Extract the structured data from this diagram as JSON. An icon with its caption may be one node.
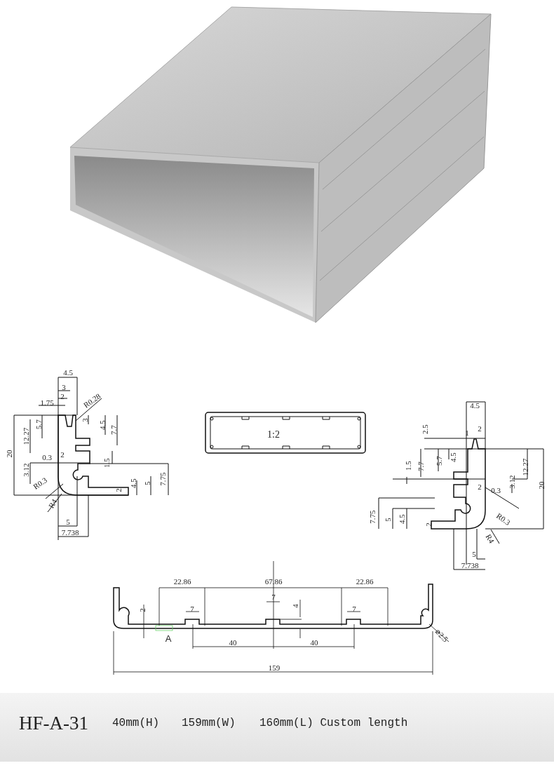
{
  "diagram": {
    "title": "HF-A-31",
    "labels": [
      "4.5",
      "3",
      "2",
      "1.75",
      "R0.28",
      "5.7",
      "12.27",
      "3",
      "4.5",
      "7.7",
      "20",
      "0.3",
      "2",
      "1.5",
      "3.12",
      "R0.3",
      "2",
      "4.5",
      "5",
      "7.75",
      "R4",
      "5",
      "7.738",
      "1:2",
      "4.5",
      "2.5",
      "1",
      "2",
      "5.7",
      "4.5",
      "1.5",
      "7.7",
      "12.27",
      "3.12",
      "2",
      "0.3",
      "20",
      "7.75",
      "5",
      "4.5",
      "2",
      "R0.3",
      "R4",
      "5",
      "7.738",
      "22.86",
      "67.86",
      "22.86",
      "7",
      "2",
      "7",
      "4",
      "7",
      "A",
      "40",
      "40",
      "⌀2.5",
      "159",
      "40mm(H)",
      "159mm(W)",
      "160mm(L) Custom length"
    ]
  }
}
